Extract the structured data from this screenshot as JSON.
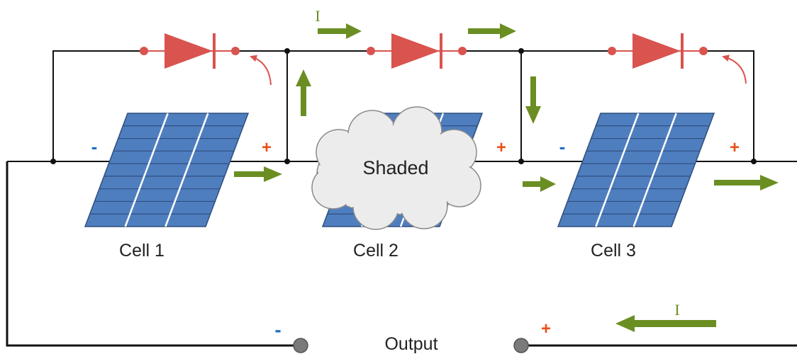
{
  "colors": {
    "diode": "#d9534f",
    "arrow": "#6b8e23",
    "panel": "#4f7ebf",
    "panel_grid": "#ffffff",
    "cloud": "#ececec",
    "minus": "#1f6fc0",
    "plus": "#e8501c"
  },
  "cells": [
    {
      "label": "Cell 1"
    },
    {
      "label": "Cell 2"
    },
    {
      "label": "Cell 3"
    }
  ],
  "shade_label": "Shaded",
  "output_label": "Output",
  "current_label": "I",
  "signs": {
    "minus": "-",
    "plus": "+"
  }
}
